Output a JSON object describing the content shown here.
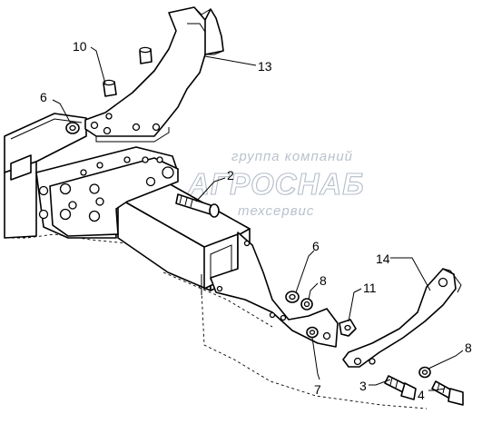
{
  "watermark": {
    "line1": "группа компаний",
    "line2": "АГРОСНАБ",
    "line3": "техсервис"
  },
  "callouts": [
    {
      "id": "c10",
      "label": "10"
    },
    {
      "id": "c13",
      "label": "13"
    },
    {
      "id": "c6a",
      "label": "6"
    },
    {
      "id": "c2",
      "label": "2"
    },
    {
      "id": "c6b",
      "label": "6"
    },
    {
      "id": "c8a",
      "label": "8"
    },
    {
      "id": "c14",
      "label": "14"
    },
    {
      "id": "c11",
      "label": "11"
    },
    {
      "id": "c8b",
      "label": "8"
    },
    {
      "id": "c7",
      "label": "7"
    },
    {
      "id": "c3",
      "label": "3"
    },
    {
      "id": "c4",
      "label": "4"
    }
  ]
}
